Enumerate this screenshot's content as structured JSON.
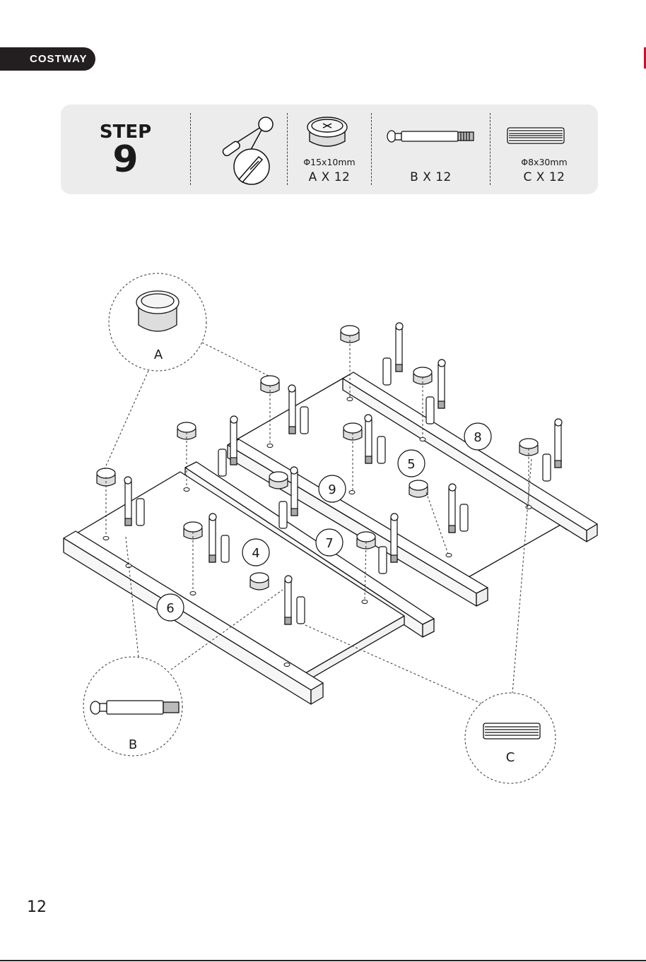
{
  "header": {
    "brand": "COSTWAY"
  },
  "step": {
    "word": "STEP",
    "number": "9"
  },
  "parts": [
    {
      "id": "A",
      "spec": "Φ15x10mm",
      "quantity": "A X 12",
      "icon": "cam-lock-icon"
    },
    {
      "id": "B",
      "spec": "",
      "quantity": "B X 12",
      "icon": "cam-bolt-icon"
    },
    {
      "id": "C",
      "spec": "Φ8x30mm",
      "quantity": "C X 12",
      "icon": "wooden-dowel-icon"
    }
  ],
  "tool": {
    "icon": "phillips-screwdriver-icon"
  },
  "callouts": {
    "a": "A",
    "b": "B",
    "c": "C"
  },
  "panel_numbers": {
    "p4": "4",
    "p5": "5",
    "p6": "6",
    "p7": "7",
    "p8": "8",
    "p9": "9"
  },
  "page": {
    "number": "12"
  }
}
